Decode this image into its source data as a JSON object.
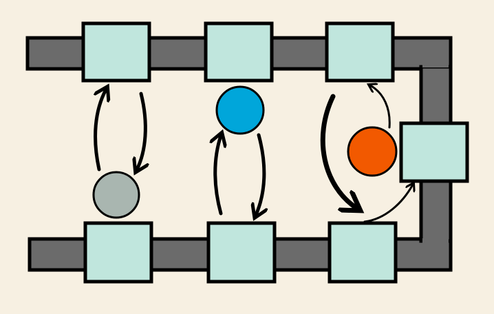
{
  "colors": {
    "background": "#f7f0e2",
    "track": "#6b6b6b",
    "station": "#c0e6dd",
    "outline": "#000000",
    "circle_gray": "#a9b6b0",
    "circle_blue": "#00a6da",
    "circle_orange": "#f25900"
  },
  "diagram": {
    "tracks": [
      "top-track",
      "right-track",
      "bottom-track"
    ],
    "stations": [
      "top-left",
      "top-middle",
      "top-right",
      "right",
      "bottom-left",
      "bottom-middle",
      "bottom-right"
    ],
    "circles": [
      {
        "id": "gray",
        "color": "#a9b6b0"
      },
      {
        "id": "blue",
        "color": "#00a6da"
      },
      {
        "id": "orange",
        "color": "#f25900"
      }
    ]
  }
}
